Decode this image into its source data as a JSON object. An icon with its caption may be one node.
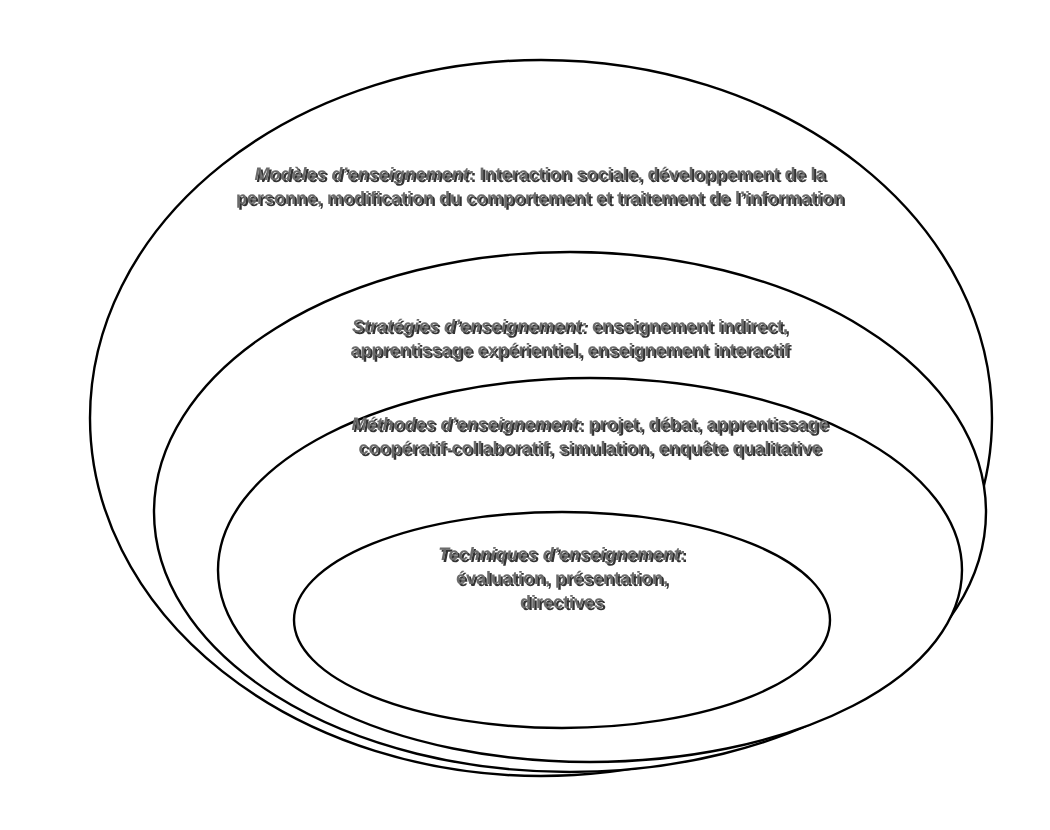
{
  "diagram": {
    "nodes": [
      {
        "text": [
          "*Modèles d’enseignement*: Interaction sociale, développement de la personne, modification du comportement et traitement de l’information"
        ]
      },
      {
        "text": [
          "*Stratégies d’enseignement:* enseignement indirect, apprentissage expérientiel, enseignement interactif"
        ],
        "in": 0
      },
      {
        "text": [
          "*Méthodes d’enseignement*: projet, débat, apprentissage coopératif-collaboratif, simulation, enquête qualitative"
        ],
        "in": 1
      },
      {
        "text": [
          "*Techniques d’enseignement*: évaluation, présentation, directives"
        ],
        "in": 2
      }
    ]
  }
}
